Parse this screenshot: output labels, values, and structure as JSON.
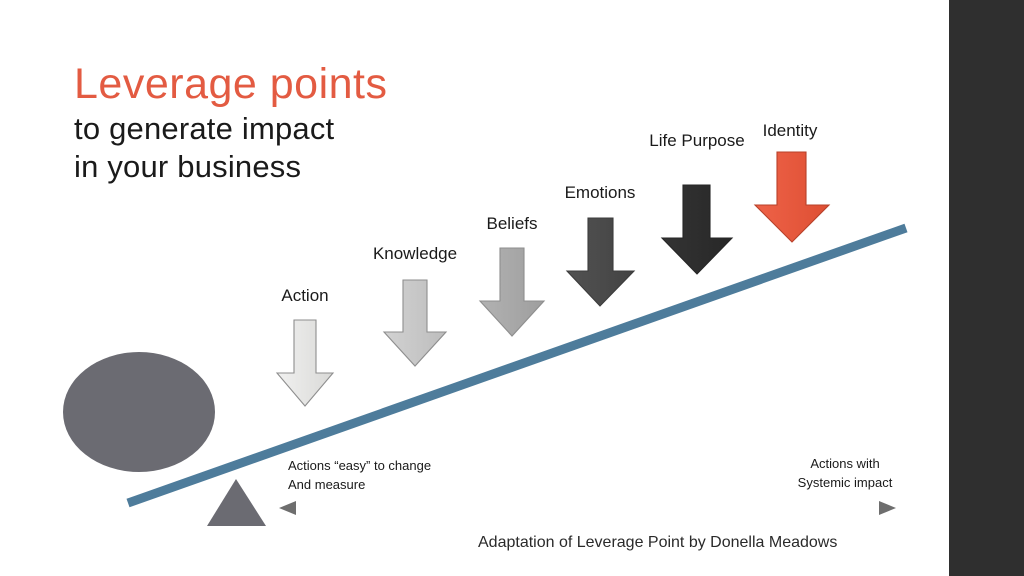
{
  "slide": {
    "title_line1": "Leverage points",
    "title_line2": "to generate impact",
    "title_line3": "in your business",
    "caption": "Adaptation of Leverage Point by Donella Meadows",
    "accent_color": "#e35b42",
    "lever_color": "#4e7c9b",
    "fulcrum_color": "#6b6b72",
    "band_color": "#2f2f2f"
  },
  "levers": [
    {
      "label": "Action",
      "color": "#e8e8e6",
      "shade": "#d4d4d2"
    },
    {
      "label": "Knowledge",
      "color": "#c6c6c6",
      "shade": "#b4b4b4"
    },
    {
      "label": "Beliefs",
      "color": "#a8a8a8",
      "shade": "#989898"
    },
    {
      "label": "Emotions",
      "color": "#4a4a4a",
      "shade": "#404040"
    },
    {
      "label": "Life Purpose",
      "color": "#2e2e2e",
      "shade": "#262626"
    },
    {
      "label": "Identity",
      "color": "#e8563a",
      "shade": "#d14a30"
    }
  ],
  "axis": {
    "left_note_line1": "Actions “easy”  to change",
    "left_note_line2": "And measure",
    "right_note_line1": "Actions with",
    "right_note_line2": "Systemic impact"
  }
}
